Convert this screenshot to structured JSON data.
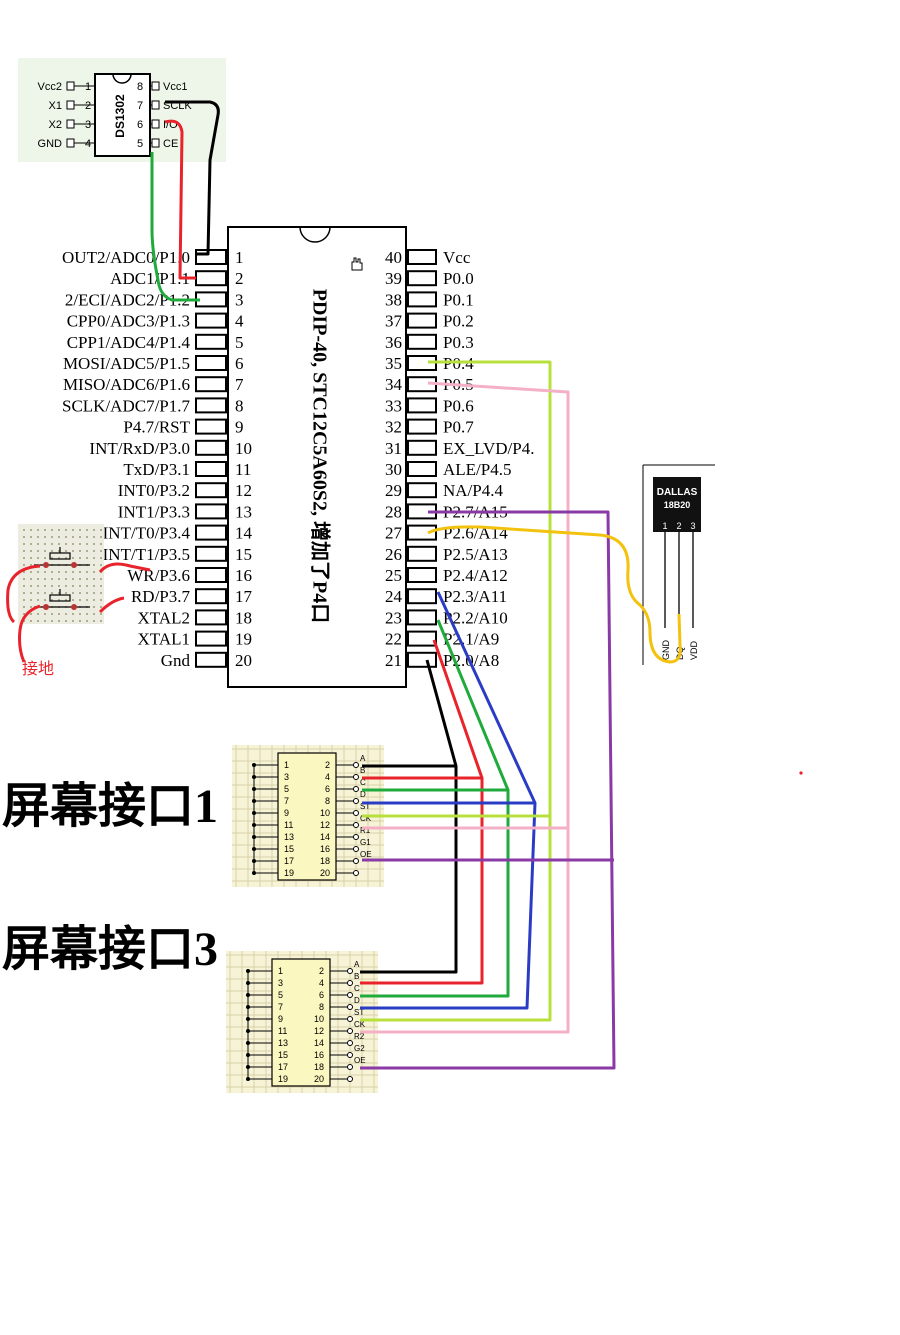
{
  "ds1302": {
    "name": "DS1302",
    "pins_left": [
      {
        "num": "1",
        "label": "Vcc2"
      },
      {
        "num": "2",
        "label": "X1"
      },
      {
        "num": "3",
        "label": "X2"
      },
      {
        "num": "4",
        "label": "GND"
      }
    ],
    "pins_right": [
      {
        "num": "8",
        "label": "Vcc1"
      },
      {
        "num": "7",
        "label": "SCLK"
      },
      {
        "num": "6",
        "label": "I/O"
      },
      {
        "num": "5",
        "label": "CE"
      }
    ]
  },
  "mcu": {
    "title": "PDIP-40, STC12C5A60S2, 增加了P4口",
    "pins_left": [
      {
        "num": "1",
        "label": "OUT2/ADC0/P1.0"
      },
      {
        "num": "2",
        "label": "ADC1/P1.1"
      },
      {
        "num": "3",
        "label": "2/ECI/ADC2/P1.2"
      },
      {
        "num": "4",
        "label": "CPP0/ADC3/P1.3"
      },
      {
        "num": "5",
        "label": "CPP1/ADC4/P1.4"
      },
      {
        "num": "6",
        "label": "MOSI/ADC5/P1.5"
      },
      {
        "num": "7",
        "label": "MISO/ADC6/P1.6"
      },
      {
        "num": "8",
        "label": "SCLK/ADC7/P1.7"
      },
      {
        "num": "9",
        "label": "P4.7/RST"
      },
      {
        "num": "10",
        "label": "INT/RxD/P3.0"
      },
      {
        "num": "11",
        "label": "TxD/P3.1"
      },
      {
        "num": "12",
        "label": "INT0/P3.2"
      },
      {
        "num": "13",
        "label": "INT1/P3.3"
      },
      {
        "num": "14",
        "label": "INT/T0/P3.4"
      },
      {
        "num": "15",
        "label": "INT/T1/P3.5"
      },
      {
        "num": "16",
        "label": "WR/P3.6"
      },
      {
        "num": "17",
        "label": "RD/P3.7"
      },
      {
        "num": "18",
        "label": "XTAL2"
      },
      {
        "num": "19",
        "label": "XTAL1"
      },
      {
        "num": "20",
        "label": "Gnd"
      }
    ],
    "pins_right": [
      {
        "num": "40",
        "label": "Vcc"
      },
      {
        "num": "39",
        "label": "P0.0"
      },
      {
        "num": "38",
        "label": "P0.1"
      },
      {
        "num": "37",
        "label": "P0.2"
      },
      {
        "num": "36",
        "label": "P0.3"
      },
      {
        "num": "35",
        "label": "P0.4"
      },
      {
        "num": "34",
        "label": "P0.5"
      },
      {
        "num": "33",
        "label": "P0.6"
      },
      {
        "num": "32",
        "label": "P0.7"
      },
      {
        "num": "31",
        "label": "EX_LVD/P4."
      },
      {
        "num": "30",
        "label": "ALE/P4.5"
      },
      {
        "num": "29",
        "label": "NA/P4.4"
      },
      {
        "num": "28",
        "label": "P2.7/A15"
      },
      {
        "num": "27",
        "label": "P2.6/A14"
      },
      {
        "num": "26",
        "label": "P2.5/A13"
      },
      {
        "num": "25",
        "label": "P2.4/A12"
      },
      {
        "num": "24",
        "label": "P2.3/A11"
      },
      {
        "num": "23",
        "label": "P2.2/A10"
      },
      {
        "num": "22",
        "label": "P2.1/A9"
      },
      {
        "num": "21",
        "label": "P2.0/A8"
      }
    ]
  },
  "sensor": {
    "brand": "DALLAS",
    "model": "18B20",
    "pin_numbers": [
      "1",
      "2",
      "3"
    ],
    "pin_labels": [
      "GND",
      "DQ",
      "VDD"
    ]
  },
  "ground_label": "接地",
  "screen1": {
    "title": "屏幕接口1",
    "rows": [
      [
        "1",
        "2"
      ],
      [
        "3",
        "4"
      ],
      [
        "5",
        "6"
      ],
      [
        "7",
        "8"
      ],
      [
        "9",
        "10"
      ],
      [
        "11",
        "12"
      ],
      [
        "13",
        "14"
      ],
      [
        "15",
        "16"
      ],
      [
        "17",
        "18"
      ],
      [
        "19",
        "20"
      ]
    ],
    "signals": [
      "A",
      "B",
      "C",
      "D",
      "ST",
      "CK",
      "R1",
      "G1",
      "OE"
    ]
  },
  "screen3": {
    "title": "屏幕接口3",
    "rows": [
      [
        "1",
        "2"
      ],
      [
        "3",
        "4"
      ],
      [
        "5",
        "6"
      ],
      [
        "7",
        "8"
      ],
      [
        "9",
        "10"
      ],
      [
        "11",
        "12"
      ],
      [
        "13",
        "14"
      ],
      [
        "15",
        "16"
      ],
      [
        "17",
        "18"
      ],
      [
        "19",
        "20"
      ]
    ],
    "signals": [
      "A",
      "B",
      "C",
      "D",
      "ST",
      "CK",
      "R2",
      "G2",
      "OE"
    ]
  },
  "colors": {
    "black": "#000000",
    "red": "#e8232b",
    "green": "#1faa3c",
    "blue": "#2b3cc4",
    "lime": "#b8e03c",
    "pink": "#f4b0c6",
    "purple": "#8a3aa6",
    "yellow": "#f2c20f"
  }
}
